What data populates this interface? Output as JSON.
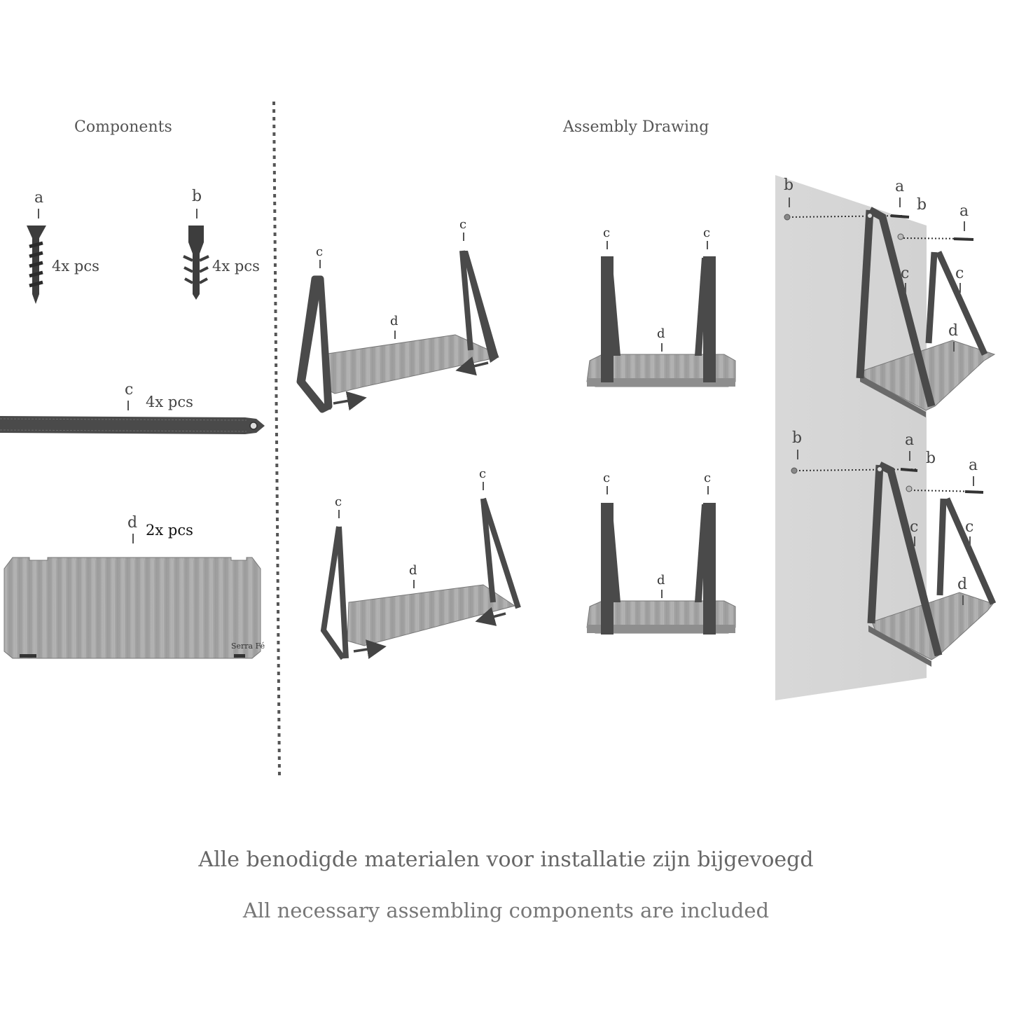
{
  "titles": {
    "components": "Components",
    "assembly": "Assembly Drawing"
  },
  "components": {
    "a": {
      "letter": "a",
      "qty": "4x pcs",
      "icon": "screw-icon"
    },
    "b": {
      "letter": "b",
      "qty": "4x pcs",
      "icon": "wall-plug-icon"
    },
    "c": {
      "letter": "c",
      "qty": "4x pcs",
      "icon": "leather-strap-icon"
    },
    "d": {
      "letter": "d",
      "qty": "2x pcs",
      "icon": "wooden-shelf-board-icon"
    }
  },
  "board_logo": "Serra Fé",
  "callouts": {
    "a": "a",
    "b": "b",
    "c": "c",
    "d": "d"
  },
  "footer": {
    "dutch": "Alle benodigde materialen voor installatie zijn bijgevoegd",
    "english": "All necessary assembling components are included"
  },
  "colors": {
    "strap": "#4a4a4a",
    "wood": "#a9a9a9",
    "wall": "#d6d6d6",
    "text": "#555555"
  }
}
